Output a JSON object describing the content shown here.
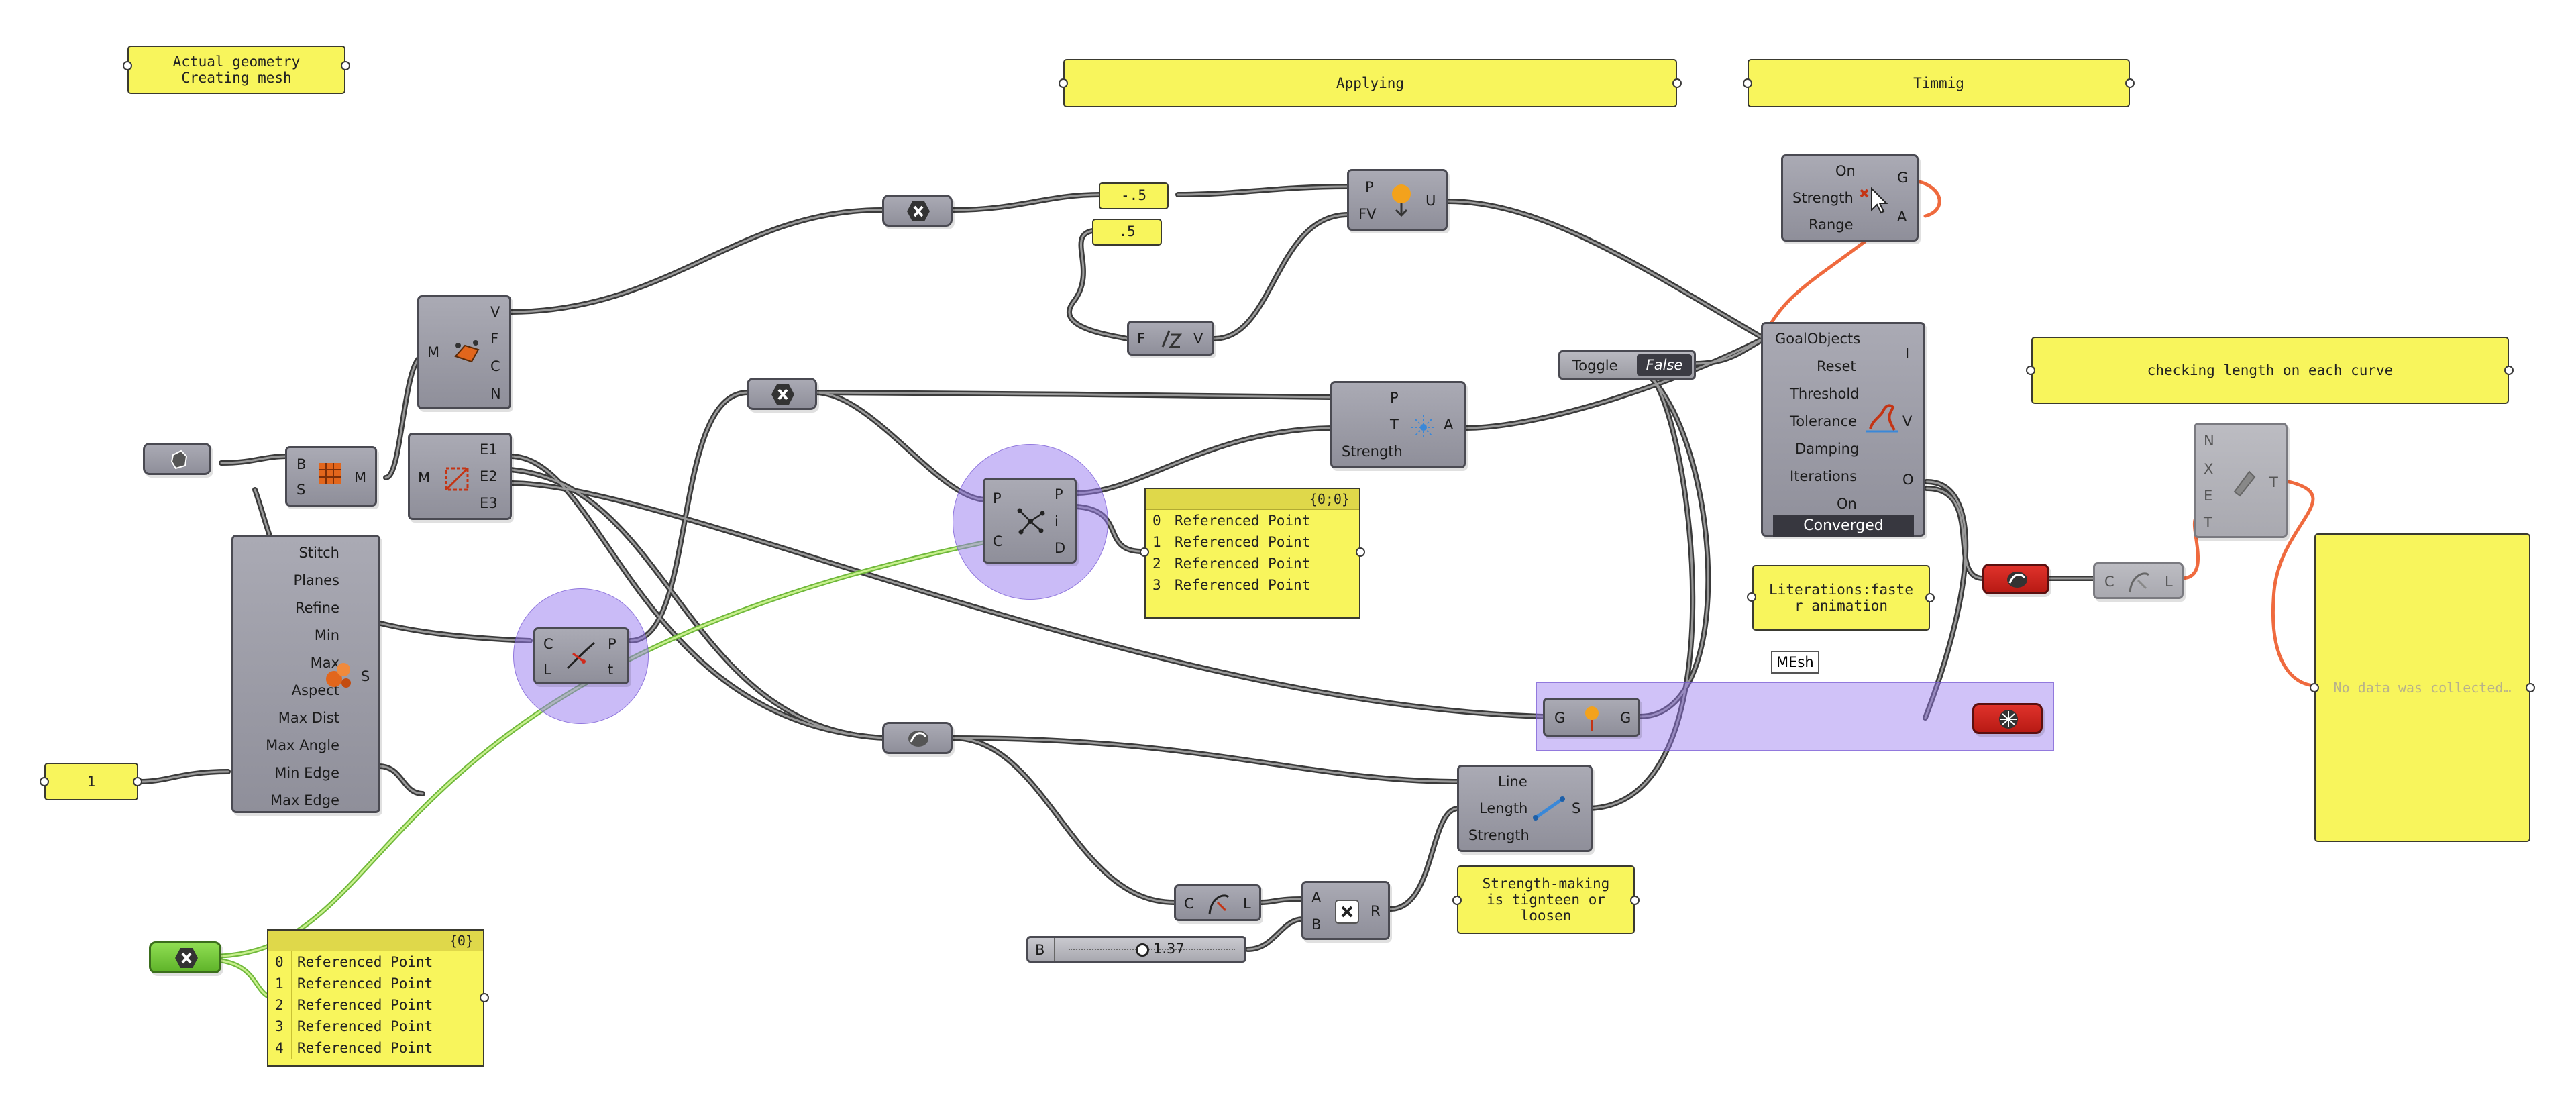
{
  "panels": {
    "actual_geometry": "Actual geometry\nCreating mesh",
    "applying": "Applying",
    "timmig": "Timmig",
    "checking_length": "checking length on each curve",
    "iterations_note": "Literations:faste\nr animation",
    "strength_note": "Strength-making\nis tignteen or\nloosen",
    "no_data": "No data was collected…"
  },
  "number_boxes": {
    "neg_half": "-.5",
    "half": ".5",
    "one": "1"
  },
  "data_panel_top": {
    "header": "{0;0}",
    "rows": [
      {
        "i": "0",
        "text": "Referenced Point"
      },
      {
        "i": "1",
        "text": "Referenced Point"
      },
      {
        "i": "2",
        "text": "Referenced Point"
      },
      {
        "i": "3",
        "text": "Referenced Point"
      }
    ]
  },
  "data_panel_bottom": {
    "header": "{0}",
    "rows": [
      {
        "i": "0",
        "text": "Referenced Point"
      },
      {
        "i": "1",
        "text": "Referenced Point"
      },
      {
        "i": "2",
        "text": "Referenced Point"
      },
      {
        "i": "3",
        "text": "Referenced Point"
      },
      {
        "i": "4",
        "text": "Referenced Point"
      }
    ]
  },
  "components": {
    "deconstruct_mesh": {
      "input": "M",
      "outputs": [
        "V",
        "F",
        "C",
        "N"
      ]
    },
    "mesh_edges": {
      "input": "M",
      "outputs": [
        "E1",
        "E2",
        "E3"
      ]
    },
    "mesh_brep": {
      "inputs": [
        "B",
        "S"
      ],
      "output": "M"
    },
    "mesh_settings": {
      "inputs": [
        "Stitch",
        "Planes",
        "Refine",
        "Min",
        "Max",
        "Aspect",
        "Max Dist",
        "Max Angle",
        "Min Edge",
        "Max Edge"
      ],
      "output": "S"
    },
    "curve_closest": {
      "inputs": [
        "C",
        "L"
      ],
      "outputs": [
        "P",
        "t"
      ]
    },
    "point_closest": {
      "inputs": [
        "P",
        "C"
      ],
      "outputs": [
        "P",
        "i",
        "D"
      ]
    },
    "unary_force": {
      "inputs": [
        "P",
        "FV"
      ],
      "output": "U"
    },
    "vector_z": {
      "input": "F",
      "output": "V"
    },
    "anchor": {
      "inputs": [
        "P",
        "T",
        "Strength"
      ],
      "output": "A"
    },
    "solver": {
      "inputs": [
        "GoalObjects",
        "Reset",
        "Threshold",
        "Tolerance",
        "Damping",
        "Iterations",
        "On"
      ],
      "outputs": [
        "I",
        "V",
        "O"
      ],
      "status": "Converged"
    },
    "grab": {
      "inputs": [
        "On",
        "Strength",
        "Range"
      ],
      "outputs": [
        "G",
        "A"
      ]
    },
    "length_goal": {
      "inputs": [
        "Line",
        "Length",
        "Strength"
      ],
      "output": "S"
    },
    "curve_length": {
      "input": "C",
      "output": "L"
    },
    "multiply": {
      "inputs": [
        "A",
        "B"
      ],
      "output": "R"
    },
    "show_goal": {
      "input": "G",
      "output": "G"
    },
    "length_checker": {
      "input": "C",
      "output": "L"
    },
    "tree_stats": {
      "inputs": [
        "N",
        "X",
        "E",
        "T"
      ],
      "output": "T"
    }
  },
  "toggle": {
    "label": "Toggle",
    "value": "False"
  },
  "slider": {
    "label": "B",
    "value": "1.37"
  },
  "group_label": "MEsh",
  "colors": {
    "canvas": "#ffffff",
    "component": "#9b9ba5",
    "panel": "#f8f55c",
    "wire": "#5c5c5c",
    "wire_selected": "#ef6a3e",
    "wire_green": "#8ed450",
    "group": "#9678f0"
  }
}
